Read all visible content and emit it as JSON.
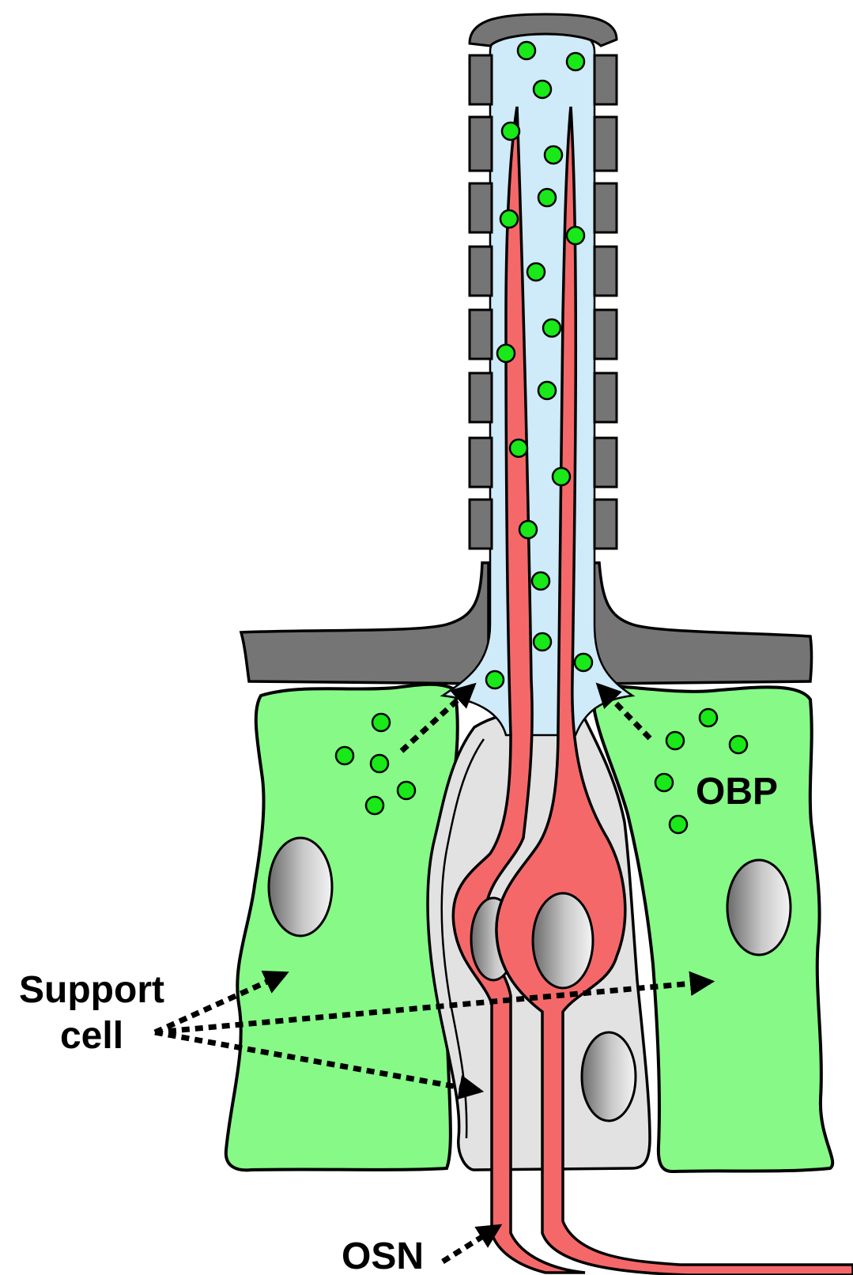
{
  "labels": {
    "support_line1": "Support",
    "support_line2": "cell",
    "obp": "OBP",
    "osn": "OSN"
  },
  "colors": {
    "support_cell": "#86f986",
    "cuticle": "#757575",
    "lymph": "#cfeaf8",
    "neuron": "#f56869",
    "glia": "#e2e2e2",
    "obp_dot": "#19e819",
    "outline": "#000000"
  }
}
